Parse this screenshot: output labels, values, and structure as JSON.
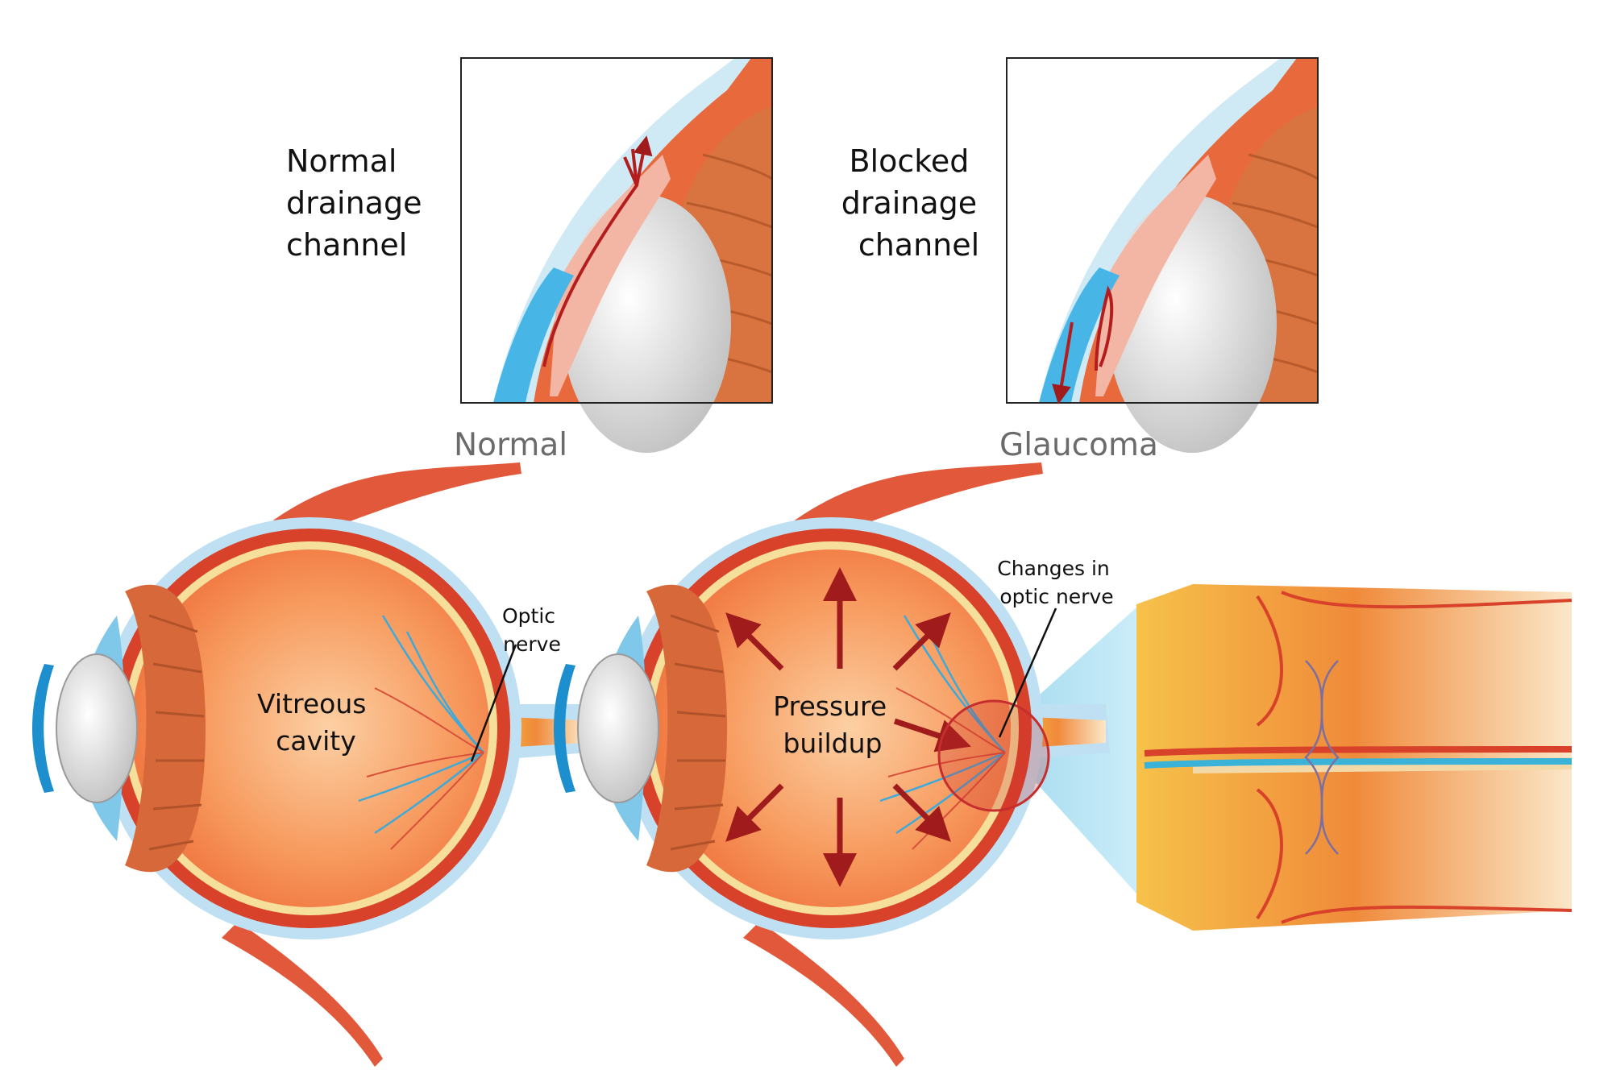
{
  "insets": {
    "normal": {
      "title_lines": [
        "Normal",
        "drainage",
        "channel"
      ]
    },
    "blocked": {
      "title_lines": [
        "Blocked",
        "drainage",
        "channel"
      ]
    }
  },
  "captions": {
    "normal": "Normal",
    "glaucoma": "Glaucoma"
  },
  "normal_eye": {
    "cavity_lines": [
      "Vitreous",
      "cavity"
    ],
    "nerve_lines": [
      "Optic",
      "nerve"
    ]
  },
  "glaucoma_eye": {
    "pressure_lines": [
      "Pressure",
      "buildup"
    ],
    "changes_lines": [
      "Changes in",
      "optic nerve"
    ]
  },
  "colors": {
    "muscle": "#e2583a",
    "sclera": "#bfe0f2",
    "retina": "#d8412a",
    "vitreous": "#f7a068",
    "lens": "#eeeeee",
    "arrow": "#a01b1b",
    "nerve": "#f2b53a"
  }
}
